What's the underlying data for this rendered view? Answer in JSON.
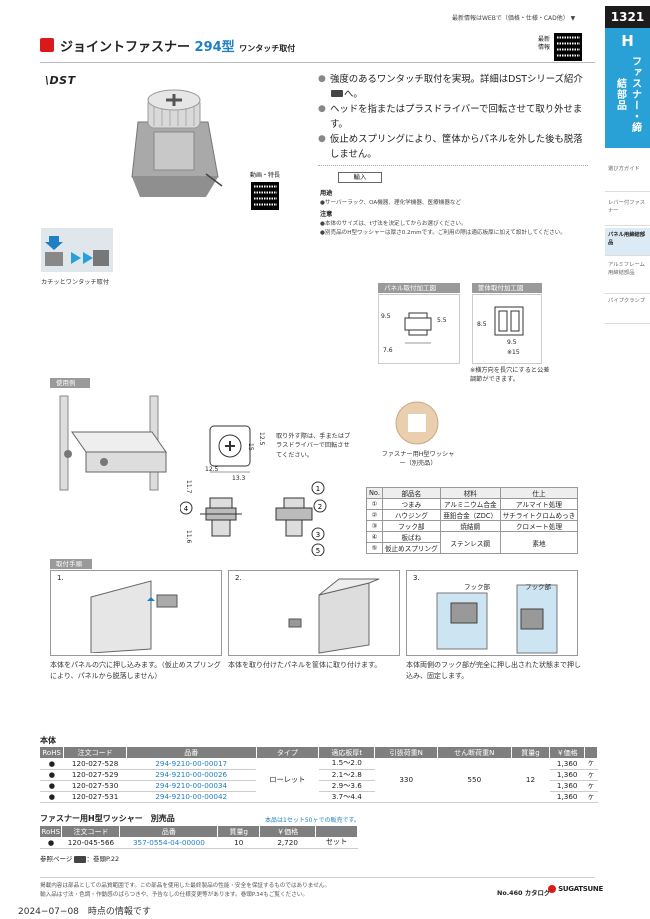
{
  "header": {
    "latest_note": "最新情報はWEBで（価格・仕様・CAD他）",
    "page_number": "1321",
    "section_letter": "H",
    "section_name": "ファスナー・締結部品"
  },
  "side_menu": [
    {
      "label": "選び方ガイド",
      "active": false
    },
    {
      "label": "レバー付ファスナー",
      "active": false
    },
    {
      "label": "パネル用締結部品",
      "active": true
    },
    {
      "label": "アルミフレーム用締結部品",
      "active": false
    },
    {
      "label": "パイプクランプ",
      "active": false
    }
  ],
  "title": {
    "name": "ジョイントファスナー",
    "model": "294型",
    "subtitle": "ワンタッチ取付",
    "latest_label": "最新情報"
  },
  "dst_mark": "DST",
  "features": [
    "強度のあるワンタッチ取付を実現。詳細はDSTシリーズ紹介",
    "ヘッドを指またはプラスドライバーで回転させて取り外せます。",
    "仮止めスプリングにより、筐体からパネルを外した後も脱落しません。"
  ],
  "feature_link_tail": "へ。",
  "video_label": "動画・特長",
  "import_tag": "輸入",
  "usage": {
    "heading": "用途",
    "text": "●サーバーラック、OA機器、理化学機器、医療機器など"
  },
  "caution": {
    "heading": "注意",
    "lines": [
      "●本体のサイズは、t寸法を決定してからお選びください。",
      "●別売品のH型ワッシャーは厚さ0.2mmです。ご利用の際は適応板厚に加えて設計してください。"
    ]
  },
  "oneclick_caption": "カチッとワンタッチ取付",
  "panel_cut_label": "パネル取付加工図",
  "case_cut_label": "筐体取付加工図",
  "panel_dims": {
    "w": "9.5",
    "h": "7.6",
    "d": "5.5"
  },
  "case_dims": {
    "h": "8.5",
    "w": "9.5",
    "pitch": "※15"
  },
  "cut_note": "※横方向を長穴にすると公差調節ができます。",
  "example_label": "使用例",
  "removal_note": "取り外す際は、手またはプラスドライバーで回転させてください。",
  "washer_caption": "ファスナー用H型ワッシャー（別売品）",
  "dims": {
    "d1": "12.5",
    "d2": "15",
    "d3": "12.5",
    "d4": "13.3",
    "h1": "11.7",
    "h2": "11.6"
  },
  "parts_header": {
    "no": "No.",
    "name": "部品名",
    "material": "材料",
    "finish": "仕上"
  },
  "parts": [
    {
      "no": "①",
      "name": "つまみ",
      "material": "アルミニウム合金",
      "finish": "アルマイト処理"
    },
    {
      "no": "②",
      "name": "ハウジング",
      "material": "亜鉛合金（ZDC）",
      "finish": "サチライトクロムめっき"
    },
    {
      "no": "③",
      "name": "フック部",
      "material": "焼結鋼",
      "finish": "クロメート処理"
    },
    {
      "no": "④",
      "name": "板ばね",
      "material": "ステンレス鋼",
      "finish": "素地"
    },
    {
      "no": "⑤",
      "name": "仮止めスプリング",
      "material": "",
      "finish": ""
    }
  ],
  "procedure_label": "取付手順",
  "steps": [
    {
      "num": "1.",
      "caption": "本体をパネルの穴に押し込みます。（仮止めスプリングにより、パネルから脱落しません）"
    },
    {
      "num": "2.",
      "caption": "本体を取り付けたパネルを筐体に取り付けます。"
    },
    {
      "num": "3.",
      "caption": "本体両側のフック部が完全に押し出された状態まで押し込み、固定します。",
      "label_a": "フック部",
      "label_b": "フック部"
    }
  ],
  "main_table": {
    "title": "本体",
    "headers": [
      "RoHS",
      "注文コード",
      "品番",
      "タイプ",
      "適応板厚t",
      "引張荷重N",
      "せん断荷重N",
      "質量g",
      "￥価格",
      ""
    ],
    "type": "ローレット",
    "tension": "330",
    "shear": "550",
    "mass": "12",
    "rows": [
      {
        "rohs": "●",
        "code": "120-027-528",
        "part": "294-9210-00-00017",
        "t": "1.5～2.0",
        "price": "1,360",
        "unit": "ヶ"
      },
      {
        "rohs": "●",
        "code": "120-027-529",
        "part": "294-9210-00-00026",
        "t": "2.1～2.8",
        "price": "1,360",
        "unit": "ヶ"
      },
      {
        "rohs": "●",
        "code": "120-027-530",
        "part": "294-9210-00-00034",
        "t": "2.9～3.6",
        "price": "1,360",
        "unit": "ヶ"
      },
      {
        "rohs": "●",
        "code": "120-027-531",
        "part": "294-9210-00-00042",
        "t": "3.7～4.4",
        "price": "1,360",
        "unit": "ヶ"
      }
    ]
  },
  "washer_table": {
    "title": "ファスナー用H型ワッシャー　別売品",
    "note": "本品は1セット50ヶでの販売です。",
    "headers": [
      "RoHS",
      "注文コード",
      "品番",
      "質量g",
      "￥価格",
      ""
    ],
    "row": {
      "rohs": "●",
      "code": "120-045-566",
      "part": "357-0554-04-00000",
      "mass": "10",
      "price": "2,720",
      "unit": "セット"
    }
  },
  "ref_page": "参照ページ",
  "ref_tail": "：巻頭P.22",
  "footer": {
    "line1": "掲載内容は部品としての品質範囲です。この部品を使用した最終製品の性能・安全を保証するものではありません。",
    "line2": "輸入品は寸法・色調・作動感のばらつきや、予告なしの仕様変更等があります。巻頭P.34もご覧ください。",
    "date": "2024−07−08　時点の情報です",
    "catalog": "No.460 カタログ",
    "brand": "SUGATSUNE"
  },
  "colors": {
    "accent": "#29a0d6",
    "link": "#1f7fc4",
    "logo": "#d81a1a"
  }
}
